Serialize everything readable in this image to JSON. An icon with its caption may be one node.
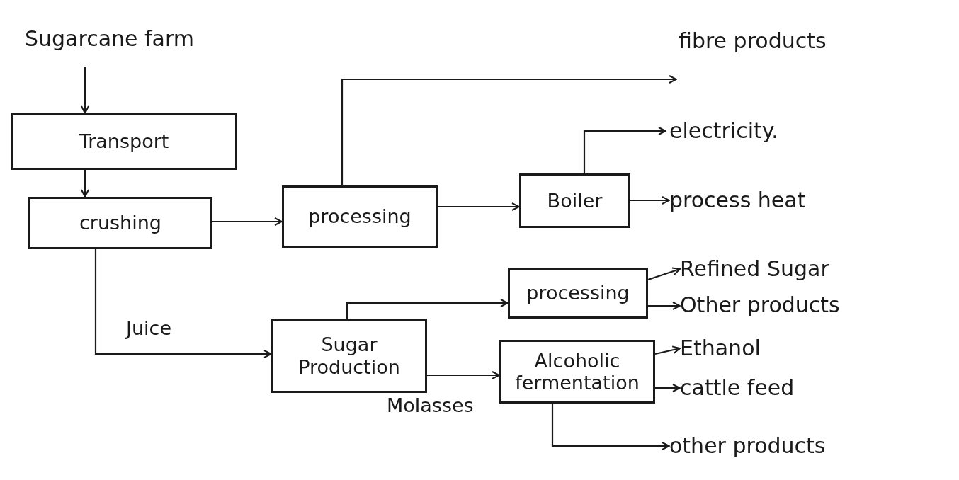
{
  "diagram": {
    "nodes": [
      {
        "text": [
          "Sugarcane farm"
        ]
      },
      {
        "text": [
          "Transport"
        ]
      },
      {
        "text": [
          "crushing"
        ]
      },
      {
        "text": [
          "processing"
        ]
      },
      {
        "text": [
          "Boiler"
        ]
      },
      {
        "text": [
          "fibre products"
        ]
      },
      {
        "text": [
          "electricity."
        ]
      },
      {
        "text": [
          "process heat"
        ]
      },
      {
        "text": [
          "Sugar Production"
        ]
      },
      {
        "text": [
          "processing"
        ]
      },
      {
        "text": [
          "Refined Sugar"
        ]
      },
      {
        "text": [
          "Other products"
        ]
      },
      {
        "text": [
          "Alcoholic fermentation"
        ]
      },
      {
        "text": [
          "Ethanol"
        ]
      },
      {
        "text": [
          "cattle feed"
        ]
      },
      {
        "text": [
          "other products"
        ]
      }
    ],
    "edges": [
      {
        "from": 0,
        "to": 1,
        "arrow": "to"
      },
      {
        "from": 1,
        "to": 2,
        "arrow": "to"
      },
      {
        "from": 2,
        "to": 3,
        "arrow": "to"
      },
      {
        "from": 3,
        "to": 5,
        "arrow": "to"
      },
      {
        "from": 3,
        "to": 4,
        "arrow": "to"
      },
      {
        "from": 4,
        "to": 6,
        "arrow": "to"
      },
      {
        "from": 4,
        "to": 7,
        "arrow": "to"
      },
      {
        "from": 2,
        "to": 8,
        "arrow": "to",
        "label": "Juice"
      },
      {
        "from": 8,
        "to": 9,
        "arrow": "to"
      },
      {
        "from": 8,
        "to": 12,
        "arrow": "to",
        "label": "Molasses"
      },
      {
        "from": 9,
        "to": 10,
        "arrow": "to"
      },
      {
        "from": 9,
        "to": 11,
        "arrow": "to"
      },
      {
        "from": 12,
        "to": 13,
        "arrow": "to"
      },
      {
        "from": 12,
        "to": 14,
        "arrow": "to"
      },
      {
        "from": 12,
        "to": 15,
        "arrow": "to"
      }
    ]
  }
}
